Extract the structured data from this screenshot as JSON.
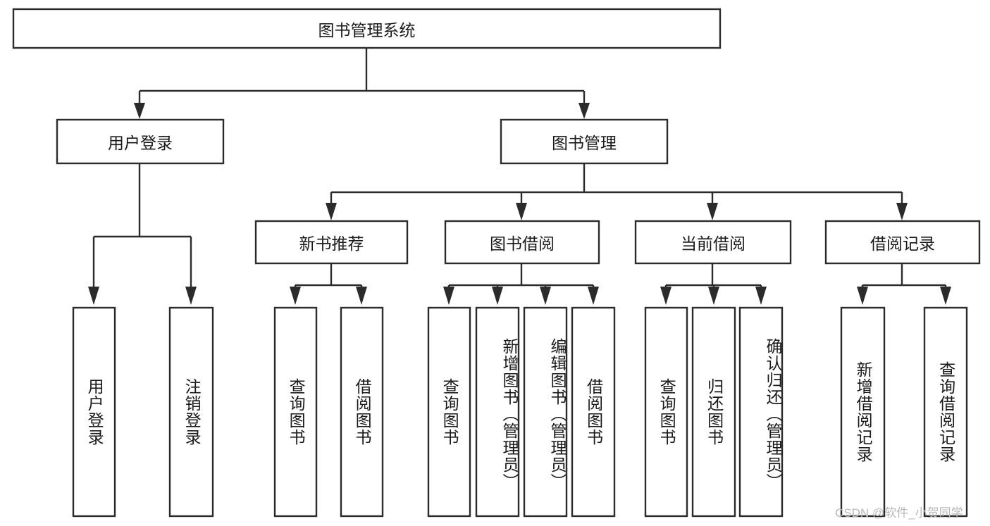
{
  "diagram": {
    "type": "tree-hierarchy",
    "title": "图书管理系统",
    "levels": 4,
    "colors": {
      "box_fill": "#ffffff",
      "box_stroke": "#2b2b2b",
      "text": "#1a1a1a",
      "background": "#ffffff",
      "watermark": "#b9b9b9"
    },
    "root": {
      "label": "图书管理系统"
    },
    "level2": [
      {
        "label": "用户登录"
      },
      {
        "label": "图书管理"
      }
    ],
    "level3": [
      {
        "label": "新书推荐"
      },
      {
        "label": "图书借阅"
      },
      {
        "label": "当前借阅"
      },
      {
        "label": "借阅记录"
      }
    ],
    "leaves": {
      "user_login": [
        {
          "label": "用户登录"
        },
        {
          "label": "注销登录"
        }
      ],
      "new_book_recommend": [
        {
          "label": "查询图书"
        },
        {
          "label": "借阅图书"
        }
      ],
      "book_borrow": [
        {
          "label": "查询图书"
        },
        {
          "label": "新增图书（管理员）"
        },
        {
          "label": "编辑图书（管理员）"
        },
        {
          "label": "借阅图书"
        }
      ],
      "current_borrow": [
        {
          "label": "查询图书"
        },
        {
          "label": "归还图书"
        },
        {
          "label": "确认归还（管理员）"
        }
      ],
      "borrow_record": [
        {
          "label": "新增借阅记录"
        },
        {
          "label": "查询借阅记录"
        }
      ]
    }
  },
  "watermark": {
    "text": "CSDN @软件_小贺同学"
  }
}
